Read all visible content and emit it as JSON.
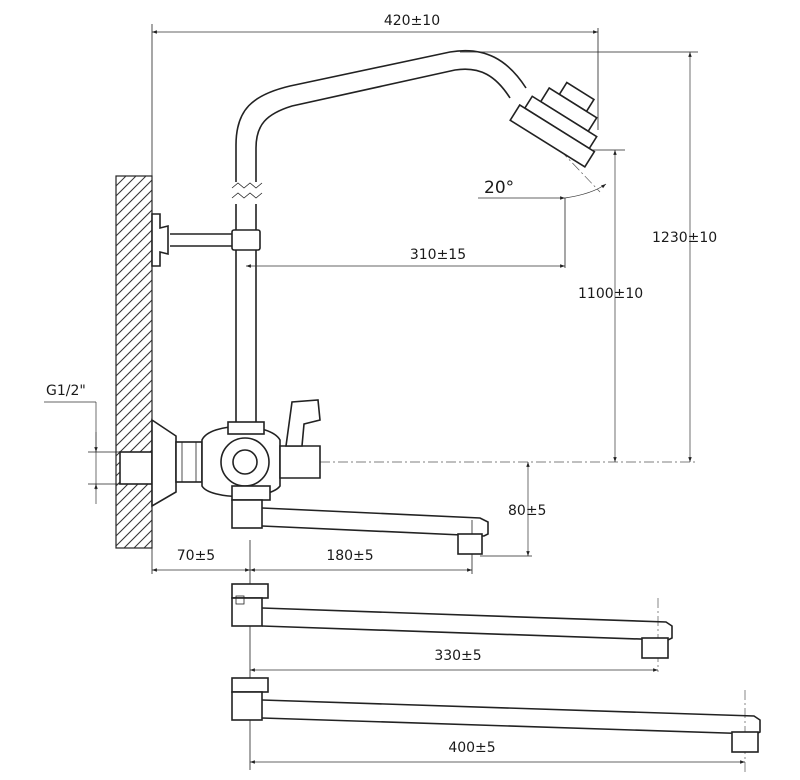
{
  "dimensions": {
    "total_reach": "420±10",
    "bracket_to_shower": "310±15",
    "shower_angle": "20°",
    "total_height": "1230±10",
    "rod_height": "1100±10",
    "thread": "G1/2\"",
    "wall_offset": "70±5",
    "spout_short": "180±5",
    "spout_drop": "80±5",
    "spout_medium": "330±5",
    "spout_long": "400±5"
  },
  "colors": {
    "line": "#222222",
    "background": "#ffffff"
  }
}
